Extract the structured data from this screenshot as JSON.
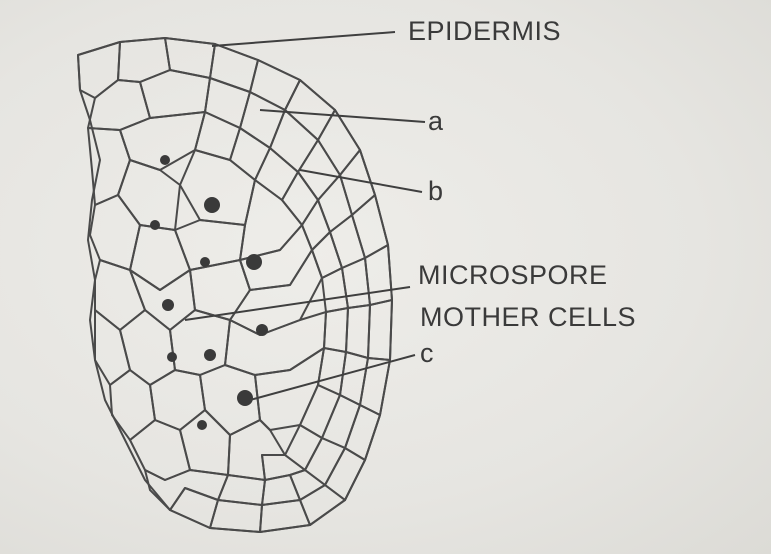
{
  "labels": {
    "epidermis": "EPIDERMIS",
    "a": "a",
    "b": "b",
    "microspore_line1": "MICROSPORE",
    "microspore_line2": "MOTHER CELLS",
    "c": "c"
  },
  "colors": {
    "ink": "#3a3a3a",
    "paper": "#e9e8e4"
  }
}
